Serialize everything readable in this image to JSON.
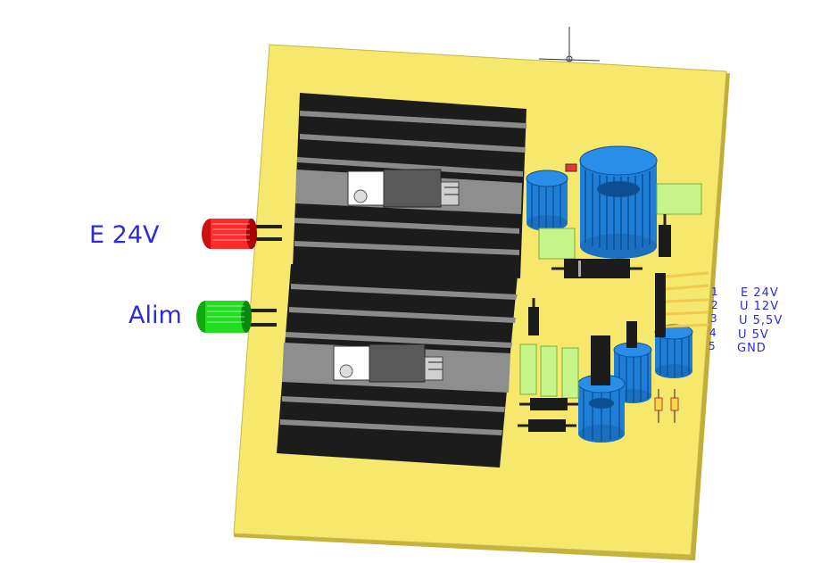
{
  "leds": [
    {
      "label": "E 24V",
      "color": "#ff2a2a"
    },
    {
      "label": "Alim",
      "color": "#22dd22"
    }
  ],
  "connector": {
    "pins": [
      {
        "number": "1",
        "signal": "E 24V"
      },
      {
        "number": "2",
        "signal": "U 12V"
      },
      {
        "number": "3",
        "signal": "U 5,5V"
      },
      {
        "number": "4",
        "signal": "U 5V"
      },
      {
        "number": "5",
        "signal": "GND"
      }
    ]
  },
  "colors": {
    "board": "#f5e86c",
    "board_edge": "#d8c84a",
    "heatsink": "#1e1e1e",
    "capacitor": "#2a8ee8",
    "resistor_body": "#c8f58a",
    "pin_header": "#f2c94c",
    "text": "#2a2ae0"
  }
}
